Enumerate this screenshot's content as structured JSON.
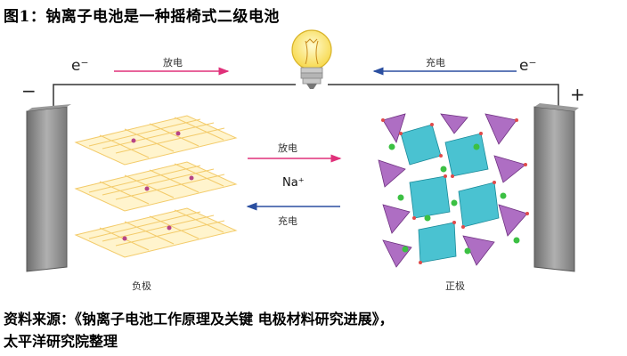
{
  "figure": {
    "title": "图1：钠离子电池是一种摇椅式二级电池",
    "source_line1": "资料来源：《钠离子电池工作原理及关键 电极材料研究进展》，",
    "source_line2": "太平洋研究院整理"
  },
  "diagram": {
    "electron_left": "e⁻",
    "electron_right": "e⁻",
    "discharge_top": "放电",
    "charge_top": "充电",
    "discharge_mid": "放电",
    "ion": "Na⁺",
    "charge_mid": "充电",
    "negative_sign": "−",
    "positive_sign": "+",
    "negative_electrode": "负极",
    "positive_electrode": "正极",
    "colors": {
      "discharge_arrow": "#e0307a",
      "charge_arrow": "#2b4fa0",
      "anode_lattice": "#f2c65a",
      "ion_dot": "#b0307a",
      "octahedra": "#2ab7c9",
      "tetrahedra": "#a055b8",
      "sodium_ion": "#3cc043",
      "electrode_plate": "#8c8c8c"
    }
  }
}
